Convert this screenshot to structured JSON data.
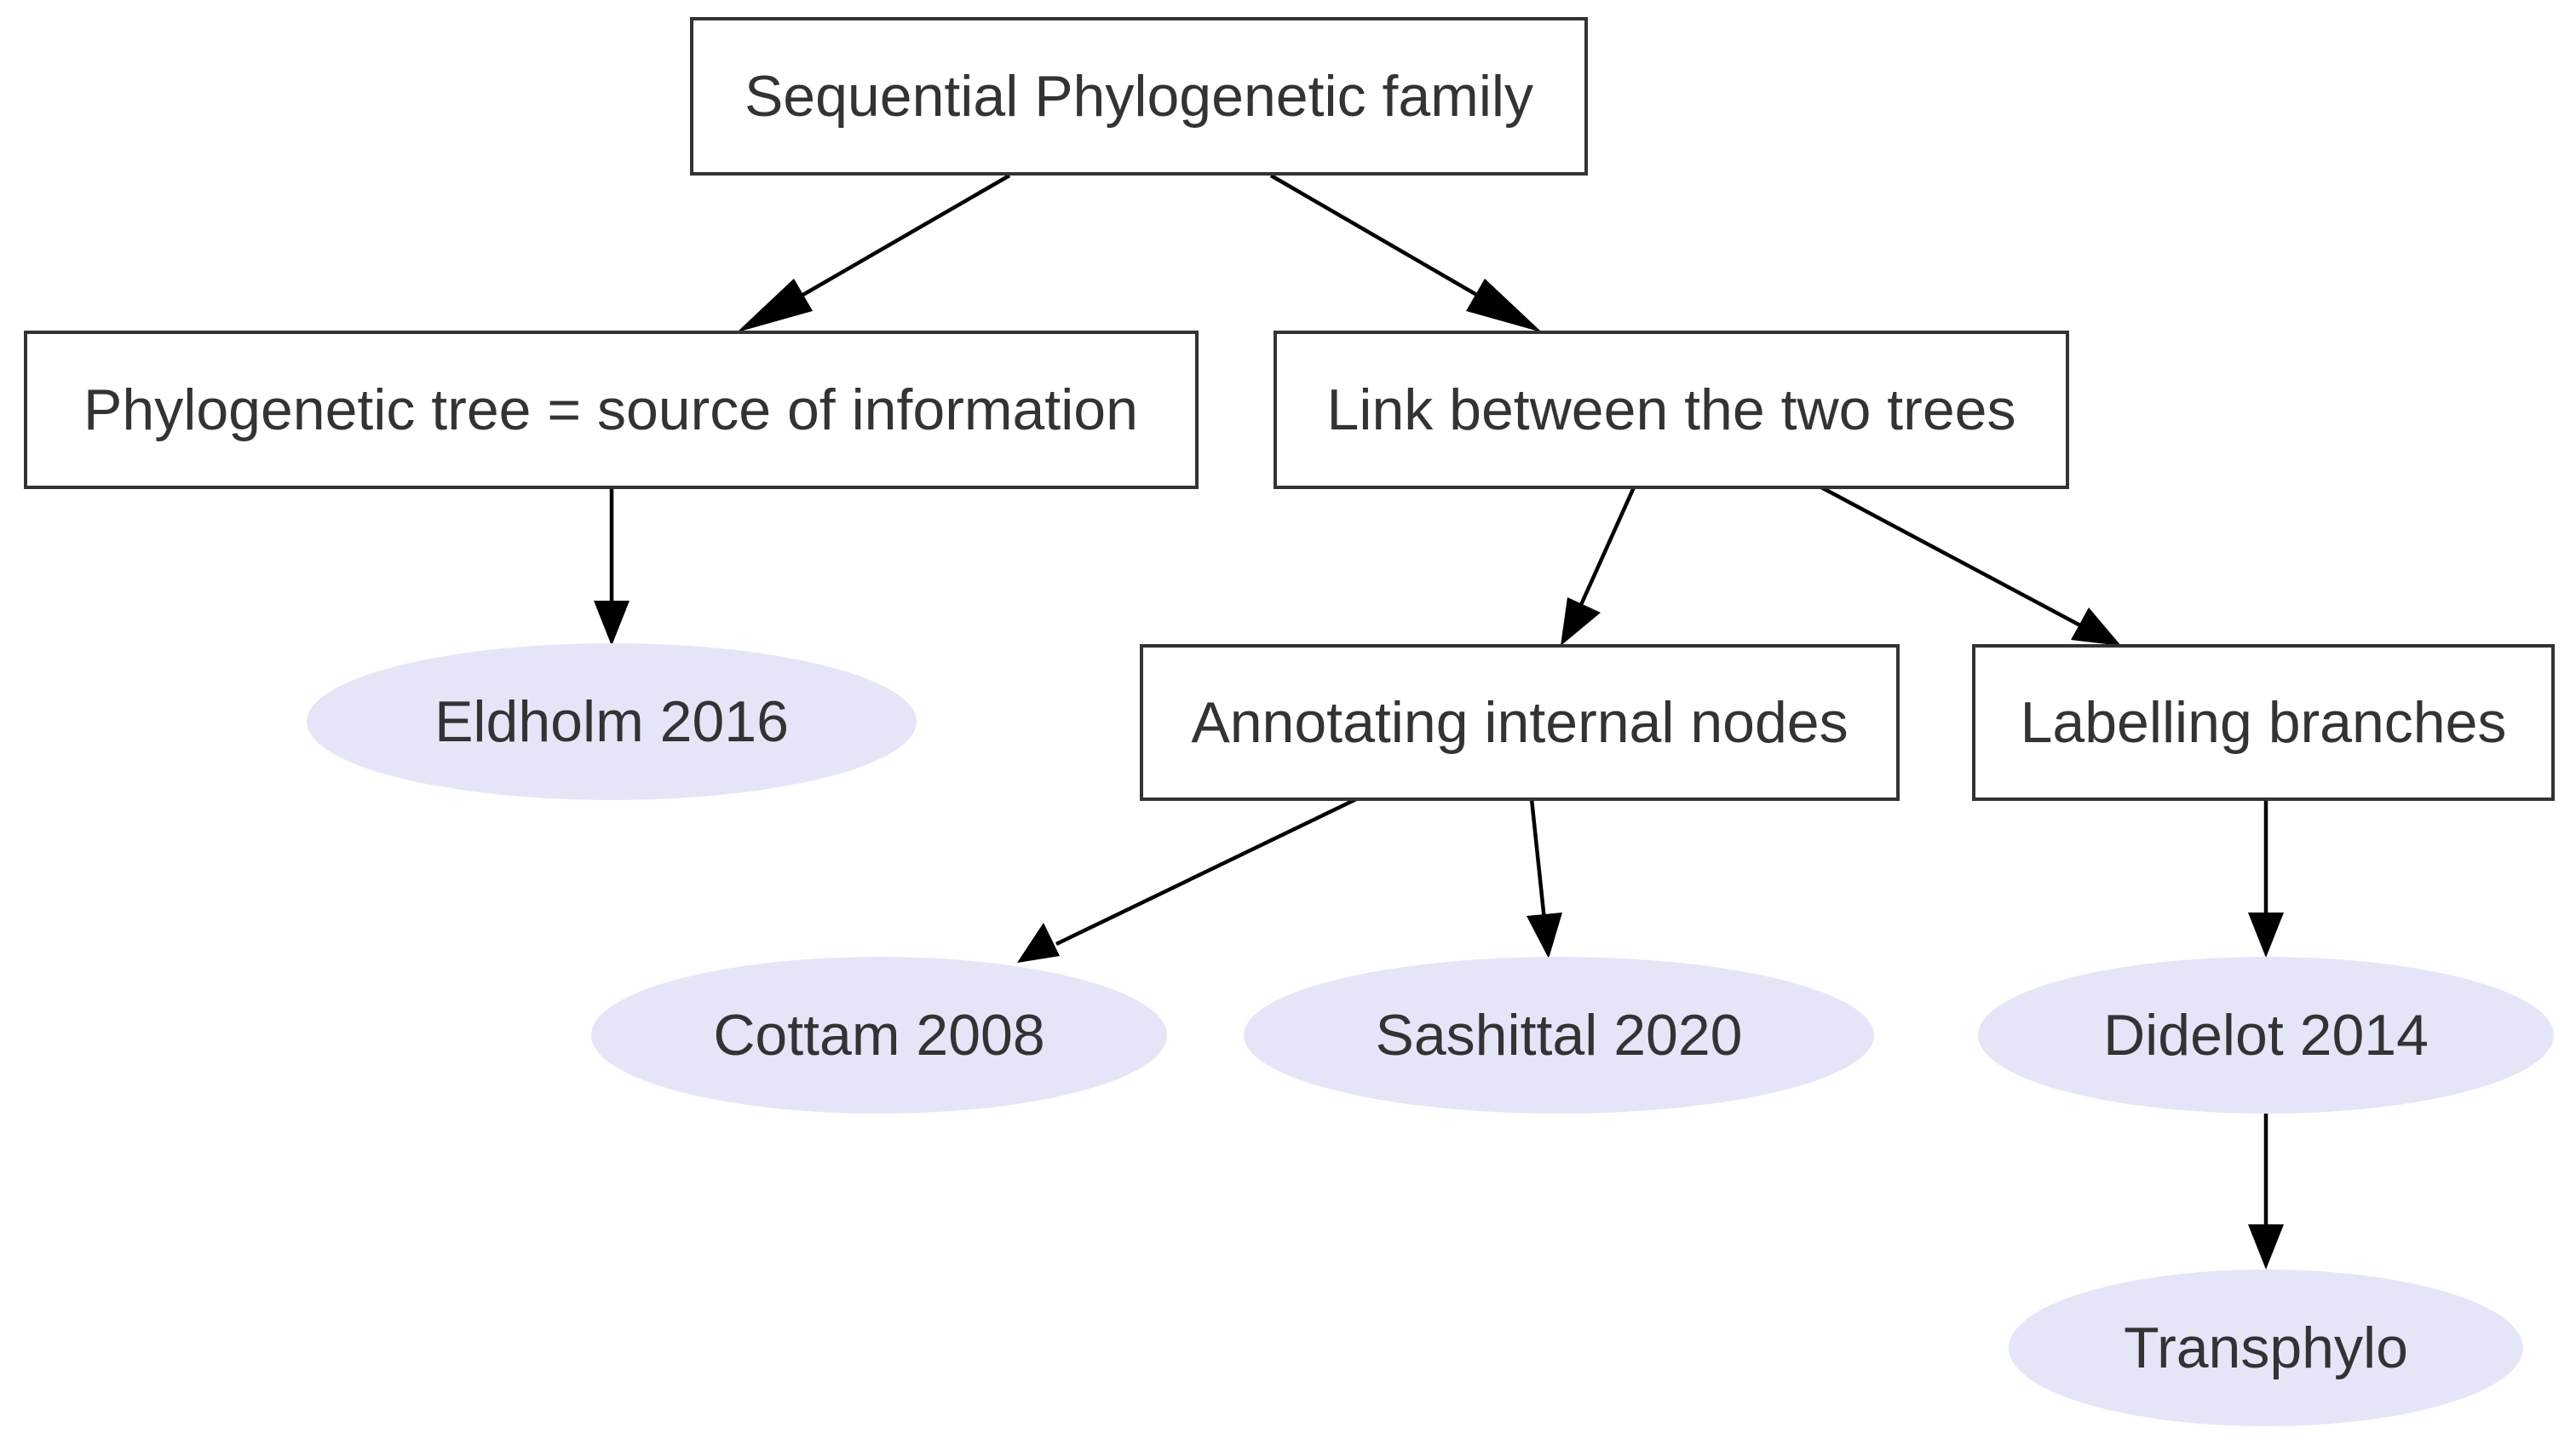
{
  "diagram": {
    "nodes": {
      "root": {
        "label": "Sequential Phylogenetic family",
        "shape": "box"
      },
      "tree_source": {
        "label": "Phylogenetic tree = source of information",
        "shape": "box"
      },
      "link_trees": {
        "label": "Link between the two trees",
        "shape": "box"
      },
      "eldholm": {
        "label": "Eldholm 2016",
        "shape": "ellipse"
      },
      "annotating": {
        "label": "Annotating internal nodes",
        "shape": "box"
      },
      "labelling": {
        "label": "Labelling branches",
        "shape": "box"
      },
      "cottam": {
        "label": "Cottam 2008",
        "shape": "ellipse"
      },
      "sashittal": {
        "label": "Sashittal 2020",
        "shape": "ellipse"
      },
      "didelot": {
        "label": "Didelot 2014",
        "shape": "ellipse"
      },
      "transphylo": {
        "label": "Transphylo",
        "shape": "ellipse"
      }
    },
    "edges": [
      {
        "from": "root",
        "to": "tree_source"
      },
      {
        "from": "root",
        "to": "link_trees"
      },
      {
        "from": "tree_source",
        "to": "eldholm"
      },
      {
        "from": "link_trees",
        "to": "annotating"
      },
      {
        "from": "link_trees",
        "to": "labelling"
      },
      {
        "from": "annotating",
        "to": "cottam"
      },
      {
        "from": "annotating",
        "to": "sashittal"
      },
      {
        "from": "labelling",
        "to": "didelot"
      },
      {
        "from": "didelot",
        "to": "transphylo"
      }
    ],
    "colors": {
      "box_fill": "#ffffff",
      "box_stroke": "#333333",
      "ellipse_fill": "#e4e6f8",
      "edge": "#000000",
      "text": "#333333"
    }
  }
}
